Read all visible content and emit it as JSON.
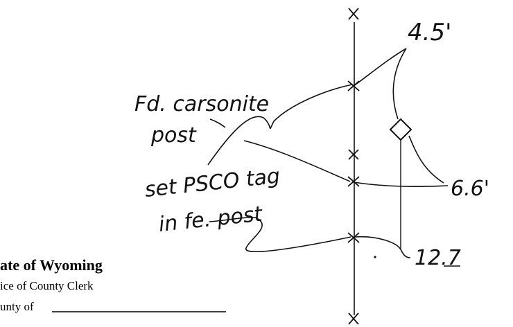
{
  "handwritten_labels": {
    "top_measure": "4.5'",
    "found_post_line1": "Fd. carsonite",
    "found_post_line2": "post",
    "set_tag_line1": "set PSCO tag",
    "set_tag_line2": "in fe. post",
    "right_measure": "6.6'",
    "bottom_measure": "12.7"
  },
  "form_stamp": {
    "title": "ate of Wyoming",
    "office": "ice of County Clerk",
    "county_label": "unty of"
  },
  "colors": {
    "ink": "#111111",
    "paper": "#ffffff"
  }
}
